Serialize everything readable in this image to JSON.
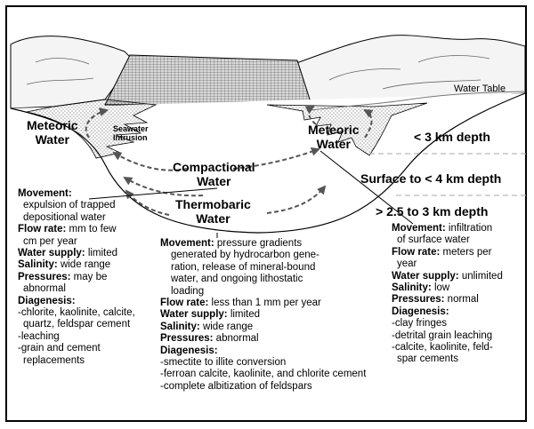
{
  "top_labels": {
    "water_table": "Water Table"
  },
  "zones": {
    "meteoric_left": [
      "Meteoric",
      "Water"
    ],
    "meteoric_right": [
      "Meteoric",
      "Water"
    ],
    "seawater": [
      "Seawater",
      "Intrusion"
    ],
    "compactional": [
      "Compactional",
      "Water"
    ],
    "thermobaric": [
      "Thermobaric",
      "Water"
    ]
  },
  "depths": {
    "shallow": "< 3 km depth",
    "middle": "Surface  to < 4 km depth",
    "deep": "> 2.5 to 3 km depth"
  },
  "compactional_block": {
    "movement_label": "Movement:",
    "movement_lines": [
      "expulsion of trapped",
      "depositional water"
    ],
    "flow_label": "Flow rate:",
    "flow_lines": [
      "mm to few",
      "cm per year"
    ],
    "supply_label": "Water supply:",
    "supply_value": "limited",
    "salinity_label": "Salinity:",
    "salinity_value": "wide range",
    "pressures_label": "Pressures:",
    "pressures_lines": [
      "may be",
      "abnormal"
    ],
    "diagenesis_label": "Diagenesis:",
    "diagenesis_items": [
      "-chlorite, kaolinite, calcite,",
      "quartz, feldspar cement",
      "-leaching",
      "-grain and cement",
      "replacements"
    ]
  },
  "thermobaric_block": {
    "movement_label": "Movement:",
    "movement_lines": [
      "pressure gradients",
      "generated by hydrocarbon gene-",
      "ration, release of mineral-bound",
      "water, and ongoing lithostatic",
      "loading"
    ],
    "flow_label": "Flow rate:",
    "flow_value": "less than 1 mm per year",
    "supply_label": "Water supply:",
    "supply_value": "limited",
    "salinity_label": "Salinity:",
    "salinity_value": "wide range",
    "pressures_label": "Pressures:",
    "pressures_value": "abnormal",
    "diagenesis_label": "Diagenesis:",
    "diagenesis_items": [
      "-smectite to illite conversion",
      "-ferroan calcite, kaolinite, and chlorite cement",
      "-complete albitization of feldspars"
    ]
  },
  "meteoric_block": {
    "movement_label": "Movement:",
    "movement_lines": [
      "infiltration",
      "of surface water"
    ],
    "flow_label": "Flow rate:",
    "flow_lines": [
      "meters per",
      "year"
    ],
    "supply_label": "Water supply:",
    "supply_value": "unlimited",
    "salinity_label": "Salinity:",
    "salinity_value": "low",
    "pressures_label": "Pressures:",
    "pressures_value": "normal",
    "diagenesis_label": "Diagenesis:",
    "diagenesis_items": [
      "-clay fringes",
      "-detrital grain leaching",
      "-calcite, kaolinite, feld-",
      "spar cements"
    ]
  }
}
